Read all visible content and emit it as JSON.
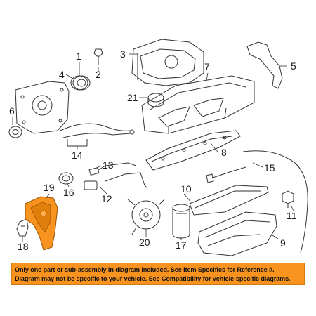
{
  "callouts": {
    "c1": "1",
    "c2": "2",
    "c3": "3",
    "c4": "4",
    "c5": "5",
    "c6": "6",
    "c7": "7",
    "c8": "8",
    "c9": "9",
    "c10": "10",
    "c11": "11",
    "c12": "12",
    "c13": "13",
    "c14": "14",
    "c15": "15",
    "c16": "16",
    "c17": "17",
    "c18": "18",
    "c19": "19",
    "c20": "20",
    "c21": "21"
  },
  "notice": {
    "line1": "Only one part or sub-assembly in diagram included. See Item Specifics for Reference #.",
    "line2": "Diagram may not be specific to your vehicle. See Compatibility for vehicle-specific diagrams."
  },
  "colors": {
    "highlight_part": "#f7931e",
    "notice_background": "#f7931e",
    "line_art": "#333333"
  }
}
